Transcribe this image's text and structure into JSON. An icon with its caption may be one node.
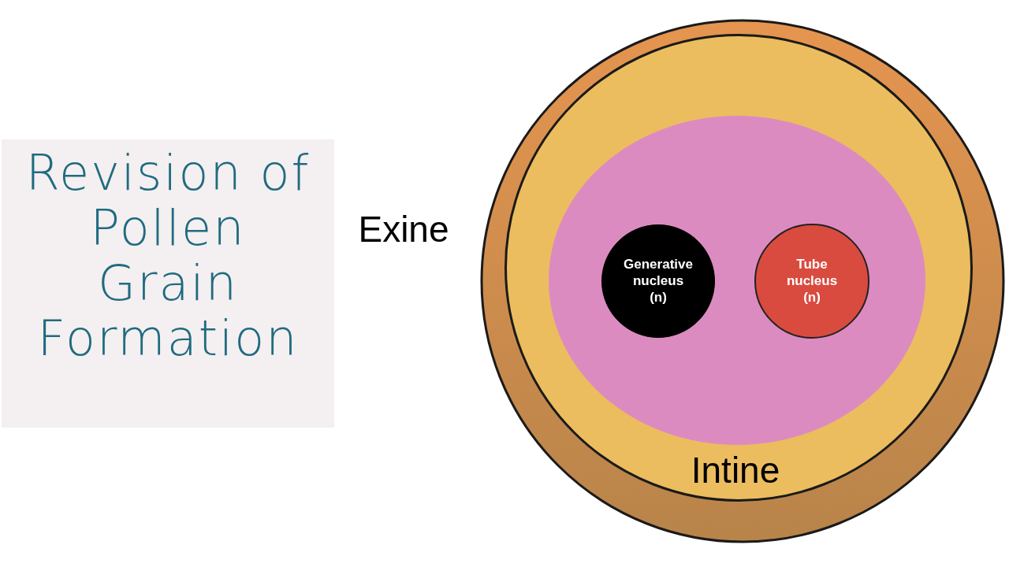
{
  "diagram": {
    "nodes": [
      {
        "text": [
          "Revision of Pollen Grain Formation"
        ]
      },
      {
        "text": [
          "Exine"
        ]
      },
      {
        "text": [
          "Intine"
        ],
        "in": 1
      },
      {
        "text": [],
        "shape": "ellipse",
        "in": 2
      },
      {
        "text": [
          "Generative nucleus (n)"
        ],
        "in": 3
      },
      {
        "text": [
          "Tube nucleus (n)"
        ],
        "in": 3
      }
    ]
  }
}
